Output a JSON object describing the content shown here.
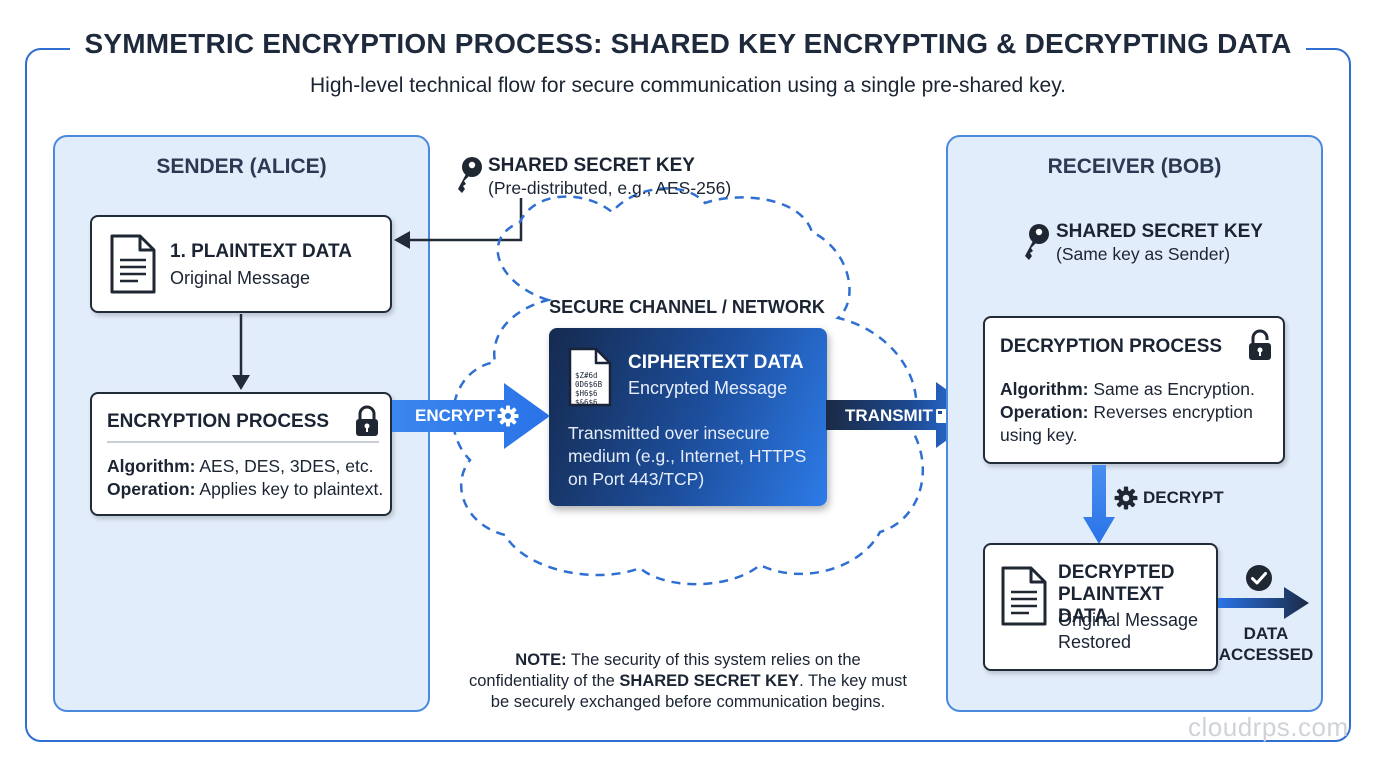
{
  "title": "SYMMETRIC ENCRYPTION PROCESS: SHARED KEY ENCRYPTING & DECRYPTING DATA",
  "subtitle": "High-level technical flow for secure communication using a single pre-shared key.",
  "sender": {
    "title": "SENDER (ALICE)",
    "plaintext_card": {
      "title": "1. PLAINTEXT DATA",
      "subtitle": "Original Message"
    },
    "encryption_card": {
      "title": "ENCRYPTION PROCESS",
      "algorithm_label": "Algorithm:",
      "algorithm_value": "AES, DES, 3DES, etc.",
      "operation_label": "Operation:",
      "operation_value": "Applies key to plaintext."
    }
  },
  "shared_key_top": {
    "title": "SHARED SECRET KEY",
    "subtitle": "(Pre-distributed, e.g., AES-256)"
  },
  "channel": {
    "title": "SECURE CHANNEL / NETWORK",
    "cipher_title": "CIPHERTEXT DATA",
    "cipher_subtitle": "Encrypted Message",
    "cipher_body_1": "Transmitted over insecure",
    "cipher_body_2": "medium (e.g., Internet, HTTPS",
    "cipher_body_3": "on Port 443/TCP)",
    "cipher_doc_glyphs": [
      "$Z#6d",
      "0D6$6B",
      "$H6$6",
      "$&6$6"
    ]
  },
  "encrypt_arrow_label": "ENCRYPT",
  "transmit_arrow_label": "TRANSMIT",
  "receiver": {
    "title": "RECEIVER (BOB)",
    "key_title": "SHARED SECRET KEY",
    "key_subtitle": "(Same key as Sender)",
    "decryption_card": {
      "title": "DECRYPTION PROCESS",
      "algorithm_label": "Algorithm:",
      "algorithm_value": "Same as Encryption.",
      "operation_label": "Operation:",
      "operation_value_1": "Reverses encryption",
      "operation_value_2": "using key."
    },
    "decrypt_label": "DECRYPT",
    "decrypted_card": {
      "title_1": "DECRYPTED",
      "title_2": "PLAINTEXT DATA",
      "subtitle_1": "Original Message",
      "subtitle_2": "Restored"
    },
    "accessed_label_1": "DATA",
    "accessed_label_2": "ACCESSED"
  },
  "note": {
    "prefix": "NOTE:",
    "text_1": "The security of this system relies on the",
    "text_2a": "confidentiality of the",
    "text_2b": "SHARED SECRET KEY",
    "text_2c": ". The key must",
    "text_3": "be securely exchanged before communication begins."
  },
  "watermark": "cloudrps.com",
  "colors": {
    "accent_blue": "#2f6fd1",
    "panel_fill": "#e2edfb",
    "arrow_blue": "#2a73e8",
    "dark_navy": "#1b2a45"
  },
  "icons": [
    "key-icon",
    "document-icon",
    "lock-icon",
    "unlock-icon",
    "gear-icon",
    "check-circle-icon",
    "server-icon"
  ]
}
